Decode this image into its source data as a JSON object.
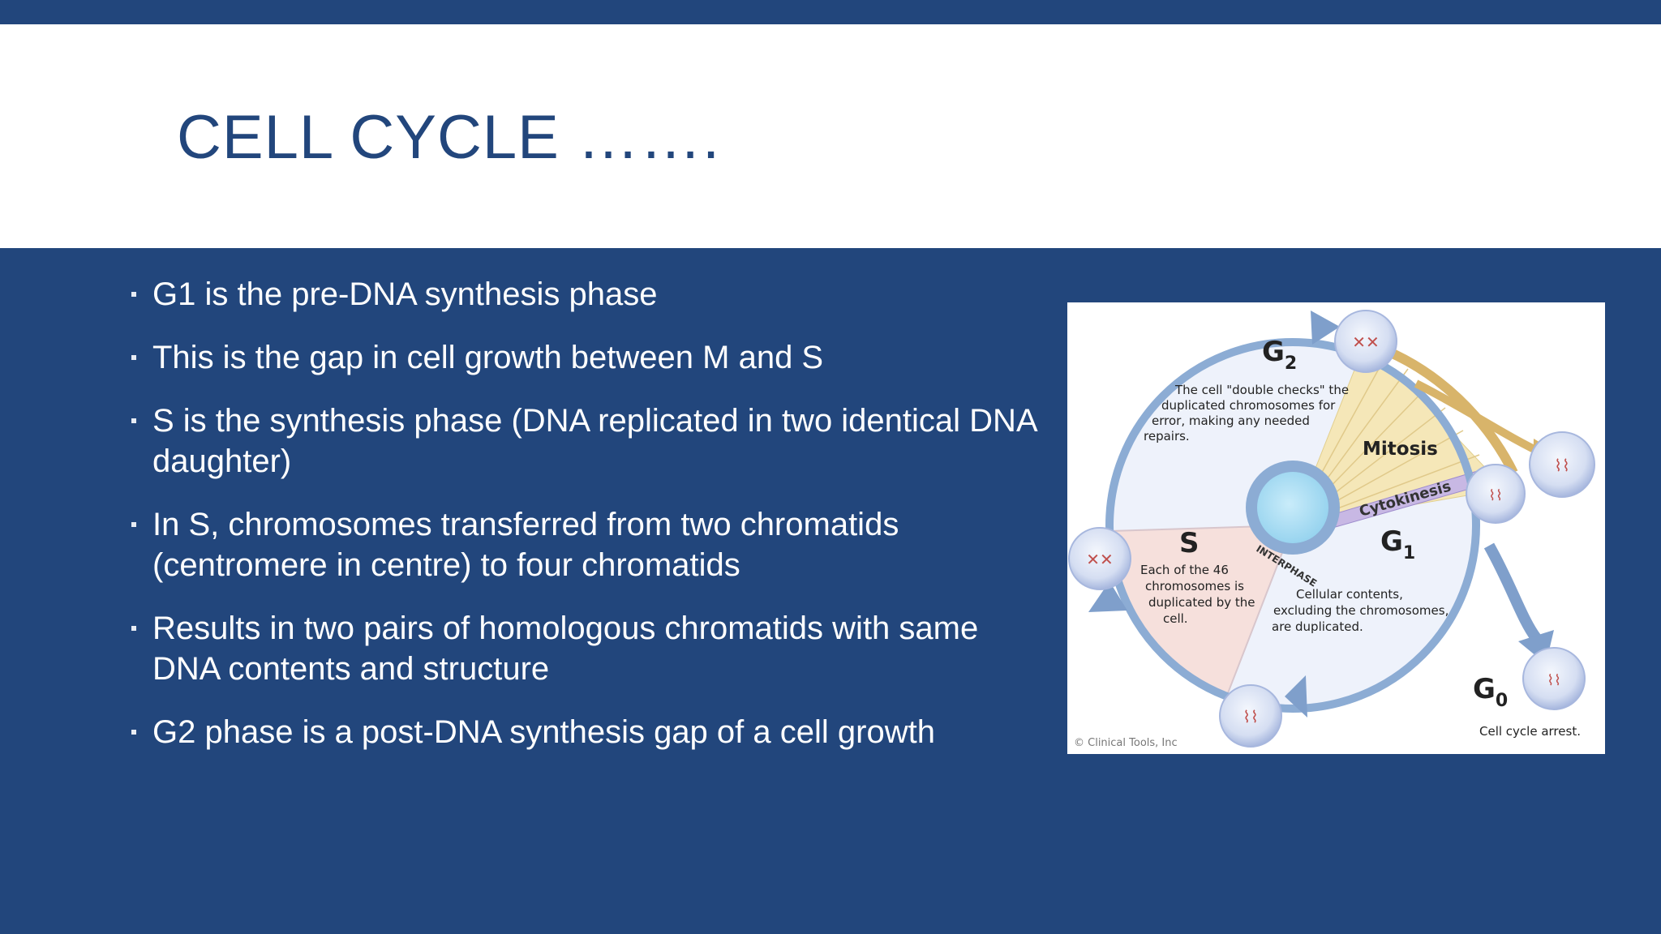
{
  "slide": {
    "title": "CELL CYCLE ……."
  },
  "bullets": [
    "G1 is the pre-DNA synthesis phase",
    "This is the gap in cell growth between M and S",
    "S is the synthesis phase (DNA replicated in two identical DNA daughter)",
    "In S, chromosomes transferred from two chromatids (centromere in centre) to four chromatids",
    "Results in two pairs of homologous chromatids with same DNA contents and structure",
    "G2 phase is a post-DNA synthesis gap of a cell growth"
  ],
  "diagram": {
    "g2_label": "G",
    "g2_sub": "2",
    "g2_desc": [
      "The cell \"double checks\" the",
      "duplicated chromosomes for",
      "error, making any needed",
      "repairs."
    ],
    "mitosis": "Mitosis",
    "cytokinesis": "Cytokinesis",
    "interphase": "INTERPHASE",
    "s_label": "S",
    "s_desc": [
      "Each of the 46",
      "chromosomes is",
      "duplicated by the",
      "cell."
    ],
    "g1_label": "G",
    "g1_sub": "1",
    "g1_desc": [
      "Cellular contents,",
      "excluding the chromosomes,",
      "are duplicated."
    ],
    "g0_label": "G",
    "g0_sub": "0",
    "g0_desc": "Cell cycle arrest.",
    "copyright": "© Clinical Tools, Inc",
    "colors": {
      "ring": "#8cacd4",
      "nucleus": "#a9dcf2",
      "mitosis_fill": "#f5e7b8",
      "arrow_gold": "#d8b46a",
      "s_fill": "#f6e0dc",
      "cytokinesis_fill": "#c8b8e4"
    }
  }
}
